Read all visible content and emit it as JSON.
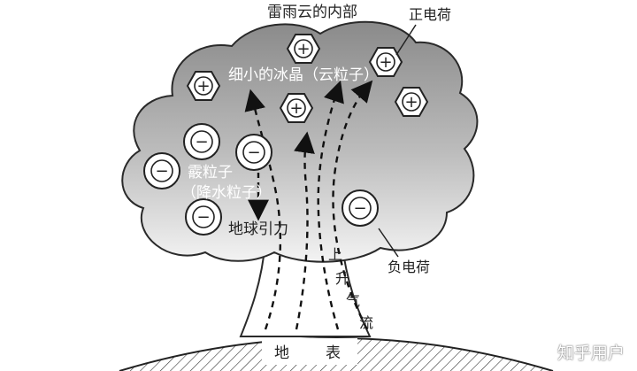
{
  "diagram": {
    "title": "雷雨云的内部",
    "labels": {
      "positive_charge": "正电荷",
      "negative_charge": "负电荷",
      "ice_crystals": "细小的冰晶（云粒子）",
      "hail_line1": "霰粒子",
      "hail_line2": "（降水粒子）",
      "gravity": "地球引力",
      "updraft": [
        "上",
        "升",
        "气",
        "流"
      ],
      "ground": [
        "地",
        "表"
      ]
    },
    "symbols": {
      "plus": "+",
      "minus": "−"
    },
    "colors": {
      "cloud_dark": "#8c8c8c",
      "cloud_light": "#f2f2f2",
      "outline": "#2a2a2a"
    }
  },
  "watermark": "知乎用户"
}
